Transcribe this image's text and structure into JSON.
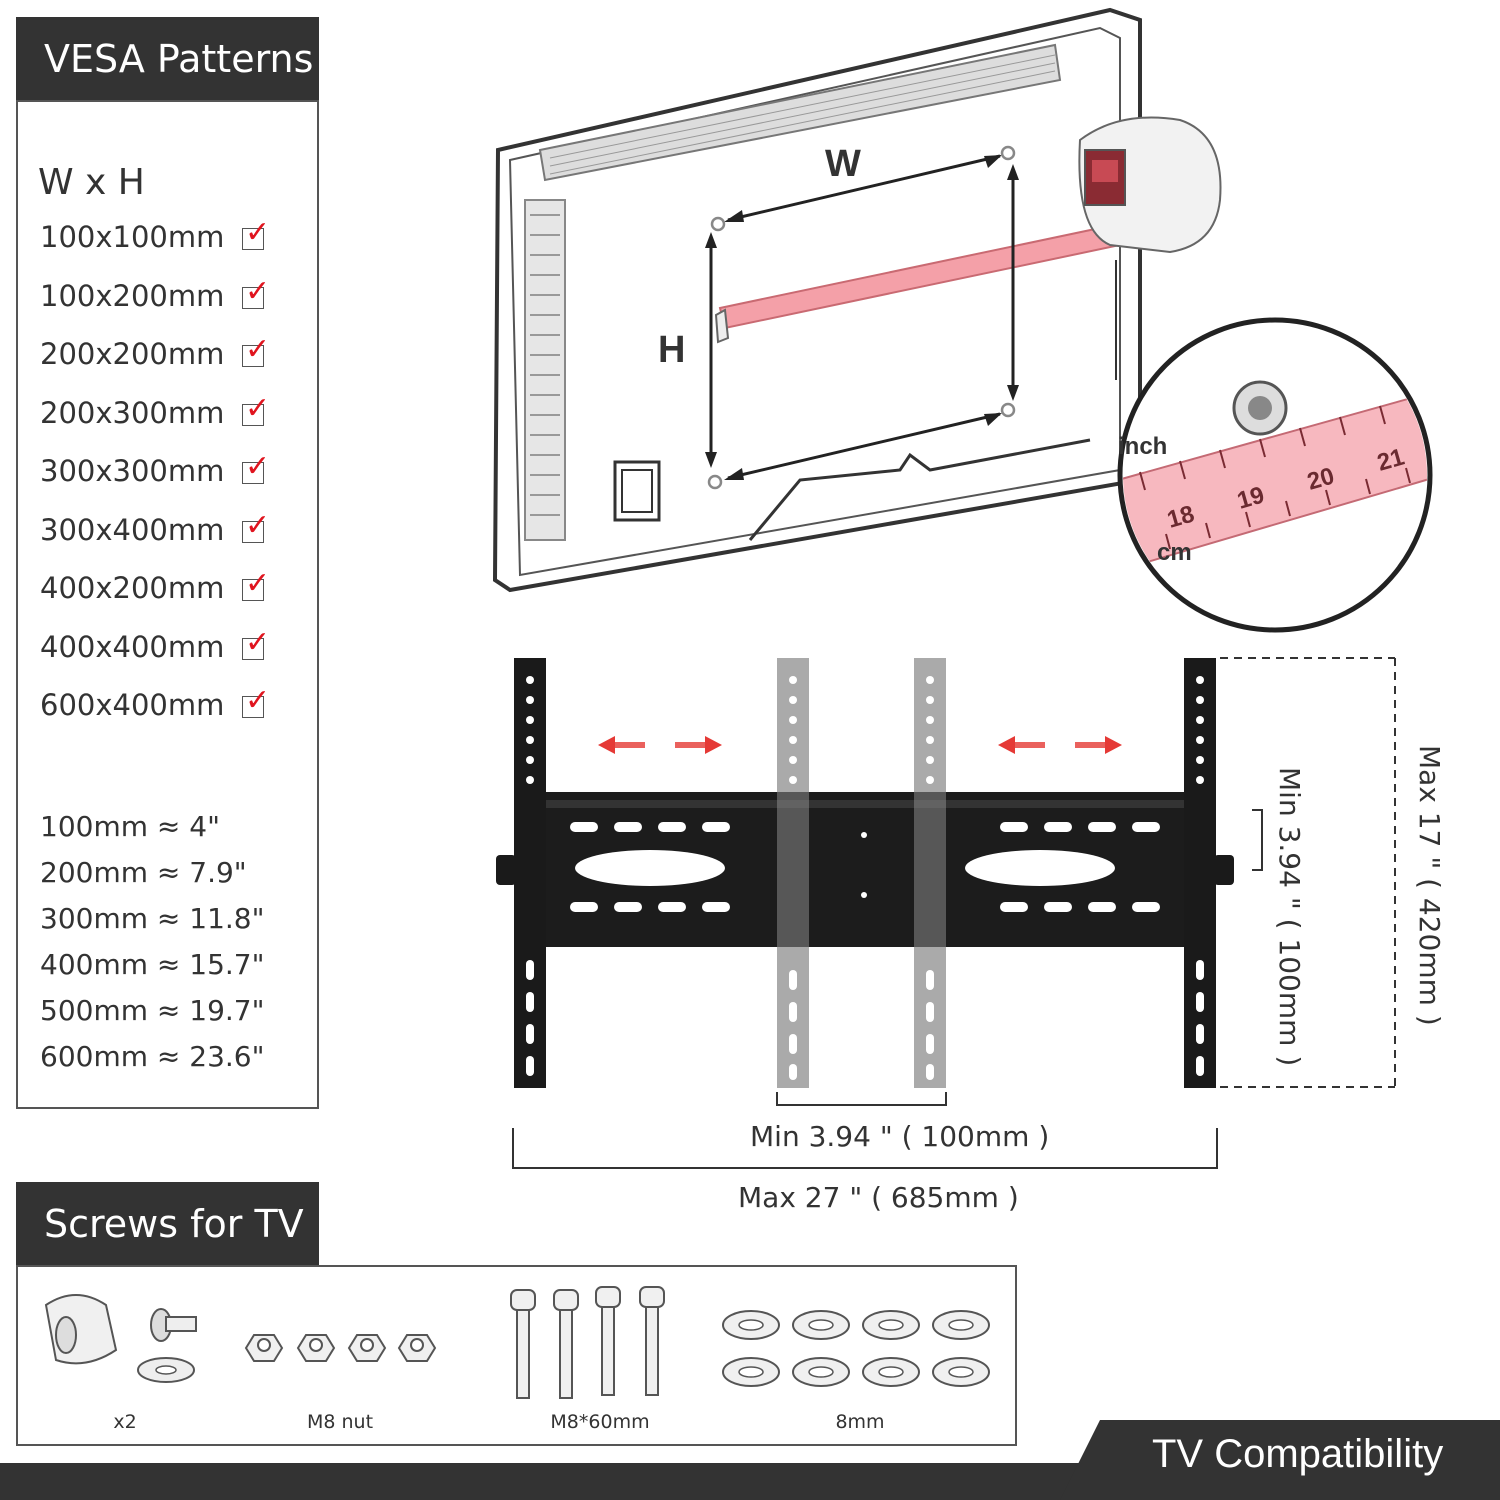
{
  "vesa": {
    "title": "VESA Patterns",
    "header": "W x H",
    "patterns": [
      "100x100mm",
      "100x200mm",
      "200x200mm",
      "200x300mm",
      "300x300mm",
      "300x400mm",
      "400x200mm",
      "400x400mm",
      "600x400mm"
    ],
    "conversions": [
      "100mm  ≈  4\"",
      "200mm ≈ 7.9\"",
      "300mm ≈ 11.8\"",
      "400mm ≈ 15.7\"",
      "500mm ≈ 19.7\"",
      "600mm ≈ 23.6\""
    ],
    "check_color": "#e0141e"
  },
  "tv_diagram": {
    "w_label": "W",
    "h_label": "H",
    "tape_inch_label": "inch",
    "tape_cm_label": "cm",
    "tape_numbers": [
      "18",
      "19",
      "20",
      "21"
    ]
  },
  "mount": {
    "min_spacing": "Min 3.94 \" ( 100mm )",
    "max_width": "Max 27 \" ( 685mm )",
    "min_height": "Min 3.94 \" ( 100mm )",
    "max_height": "Max 17 \" ( 420mm )",
    "arrow_color": "#e53935"
  },
  "screws": {
    "title": "Screws for TV",
    "captions": [
      "x2",
      "M8 nut",
      "M8*60mm",
      "8mm"
    ]
  },
  "footer": {
    "title": "TV Compatibility"
  }
}
